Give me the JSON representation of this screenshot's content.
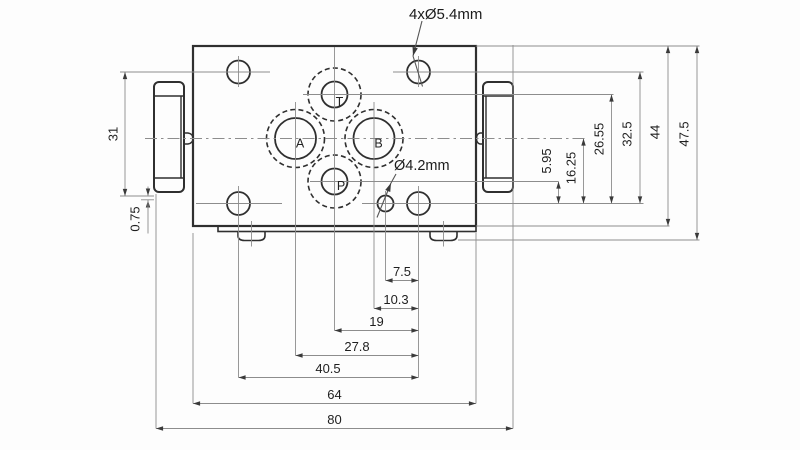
{
  "drawing": {
    "annotations": {
      "mounting_holes": "4xØ5.4mm",
      "small_hole": "Ø4.2mm"
    },
    "ports": {
      "a": "A",
      "b": "B",
      "t": "T",
      "p": "P"
    },
    "dims": {
      "bottom": [
        "7.5",
        "10.3",
        "19",
        "27.8",
        "40.5",
        "64",
        "80"
      ],
      "right": [
        "5.95",
        "16.25",
        "26.55",
        "32.5",
        "44",
        "47.5"
      ],
      "left": [
        "31",
        "0.75"
      ]
    },
    "colors": {
      "outline": "#2f2f2f",
      "thin_line": "#8d8d8d",
      "text": "#1f1f1f",
      "background": "#fdfdfd"
    }
  }
}
